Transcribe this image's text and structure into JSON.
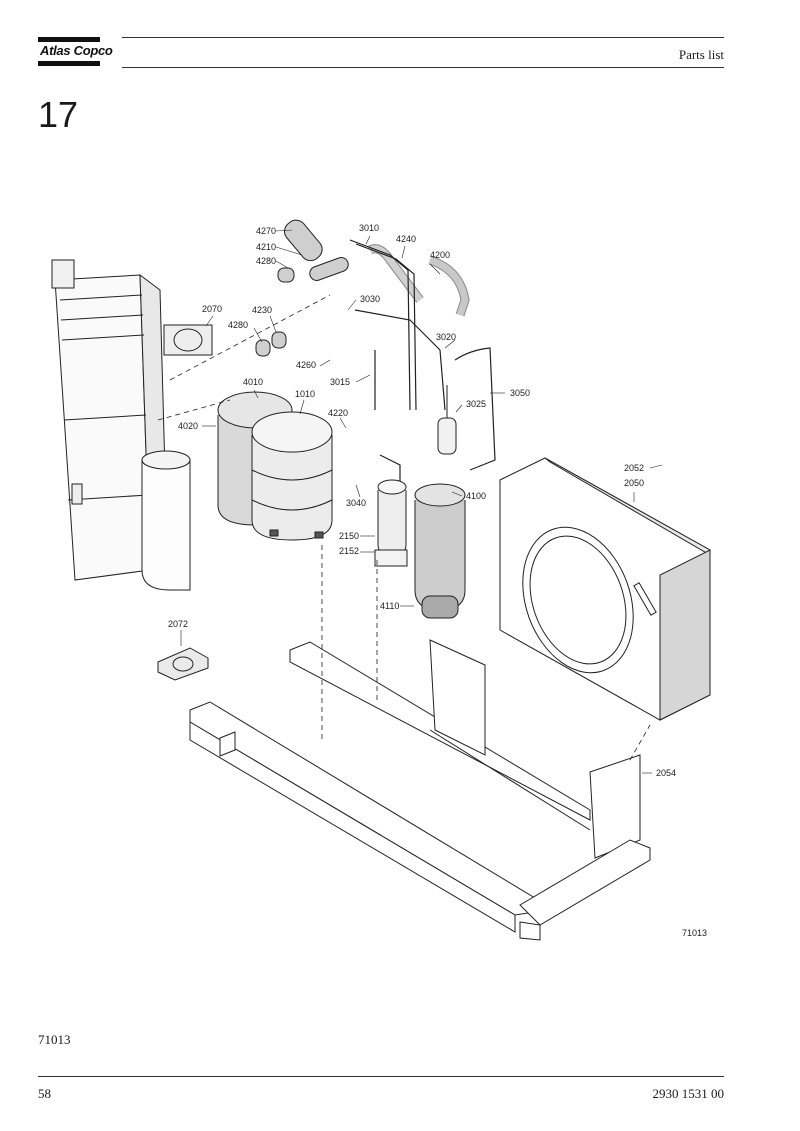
{
  "header": {
    "brand": "Atlas Copco",
    "title": "Parts list"
  },
  "section": {
    "number": "17"
  },
  "diagram": {
    "figure_id": "71013",
    "callouts": [
      {
        "id": "c4270",
        "label": "4270"
      },
      {
        "id": "c3010",
        "label": "3010"
      },
      {
        "id": "c4240",
        "label": "4240"
      },
      {
        "id": "c4210",
        "label": "4210"
      },
      {
        "id": "c4200",
        "label": "4200"
      },
      {
        "id": "c4280a",
        "label": "4280"
      },
      {
        "id": "c3030",
        "label": "3030"
      },
      {
        "id": "c2070",
        "label": "2070"
      },
      {
        "id": "c4230",
        "label": "4230"
      },
      {
        "id": "c4280b",
        "label": "4280"
      },
      {
        "id": "c3020",
        "label": "3020"
      },
      {
        "id": "c4260",
        "label": "4260"
      },
      {
        "id": "c4010",
        "label": "4010"
      },
      {
        "id": "c3015",
        "label": "3015"
      },
      {
        "id": "c1010",
        "label": "1010"
      },
      {
        "id": "c3050",
        "label": "3050"
      },
      {
        "id": "c3025",
        "label": "3025"
      },
      {
        "id": "c4220",
        "label": "4220"
      },
      {
        "id": "c4020",
        "label": "4020"
      },
      {
        "id": "c2052",
        "label": "2052"
      },
      {
        "id": "c2050",
        "label": "2050"
      },
      {
        "id": "c3040",
        "label": "3040"
      },
      {
        "id": "c4100",
        "label": "4100"
      },
      {
        "id": "c2150",
        "label": "2150"
      },
      {
        "id": "c2152",
        "label": "2152"
      },
      {
        "id": "c4110",
        "label": "4110"
      },
      {
        "id": "c2072",
        "label": "2072"
      },
      {
        "id": "c2054",
        "label": "2054"
      }
    ]
  },
  "footer": {
    "figure_ref": "71013",
    "page_number": "58",
    "doc_number": "2930 1531 00"
  }
}
